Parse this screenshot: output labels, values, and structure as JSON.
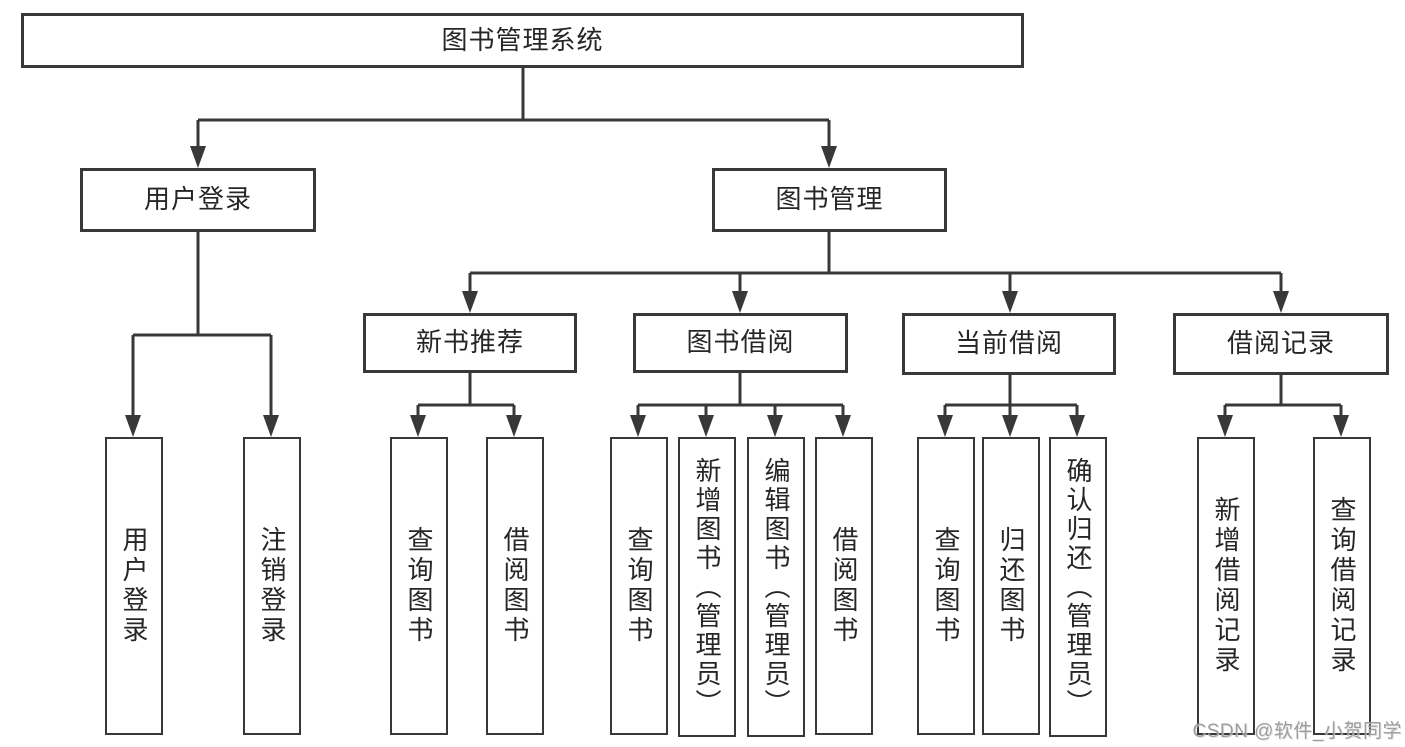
{
  "colors": {
    "line": "#383838",
    "box_border": "#383838",
    "box_fill": "#ffffff",
    "text": "#262626",
    "watermark": "#9d9d9d"
  },
  "watermark": {
    "text": "CSDN @软件_小贺同学"
  },
  "tree": {
    "root": {
      "label": "图书管理系统"
    },
    "branches": [
      {
        "label": "用户登录",
        "children": [
          {
            "label": "用户登录"
          },
          {
            "label": "注销登录"
          }
        ]
      },
      {
        "label": "图书管理",
        "children": [
          {
            "label": "新书推荐",
            "children": [
              {
                "label": "查询图书"
              },
              {
                "label": "借阅图书"
              }
            ]
          },
          {
            "label": "图书借阅",
            "children": [
              {
                "label": "查询图书"
              },
              {
                "label": "新增图书（管理员）"
              },
              {
                "label": "编辑图书（管理员）"
              },
              {
                "label": "借阅图书"
              }
            ]
          },
          {
            "label": "当前借阅",
            "children": [
              {
                "label": "查询图书"
              },
              {
                "label": "归还图书"
              },
              {
                "label": "确认归还（管理员）"
              }
            ]
          },
          {
            "label": "借阅记录",
            "children": [
              {
                "label": "新增借阅记录"
              },
              {
                "label": "查询借阅记录"
              }
            ]
          }
        ]
      }
    ]
  }
}
